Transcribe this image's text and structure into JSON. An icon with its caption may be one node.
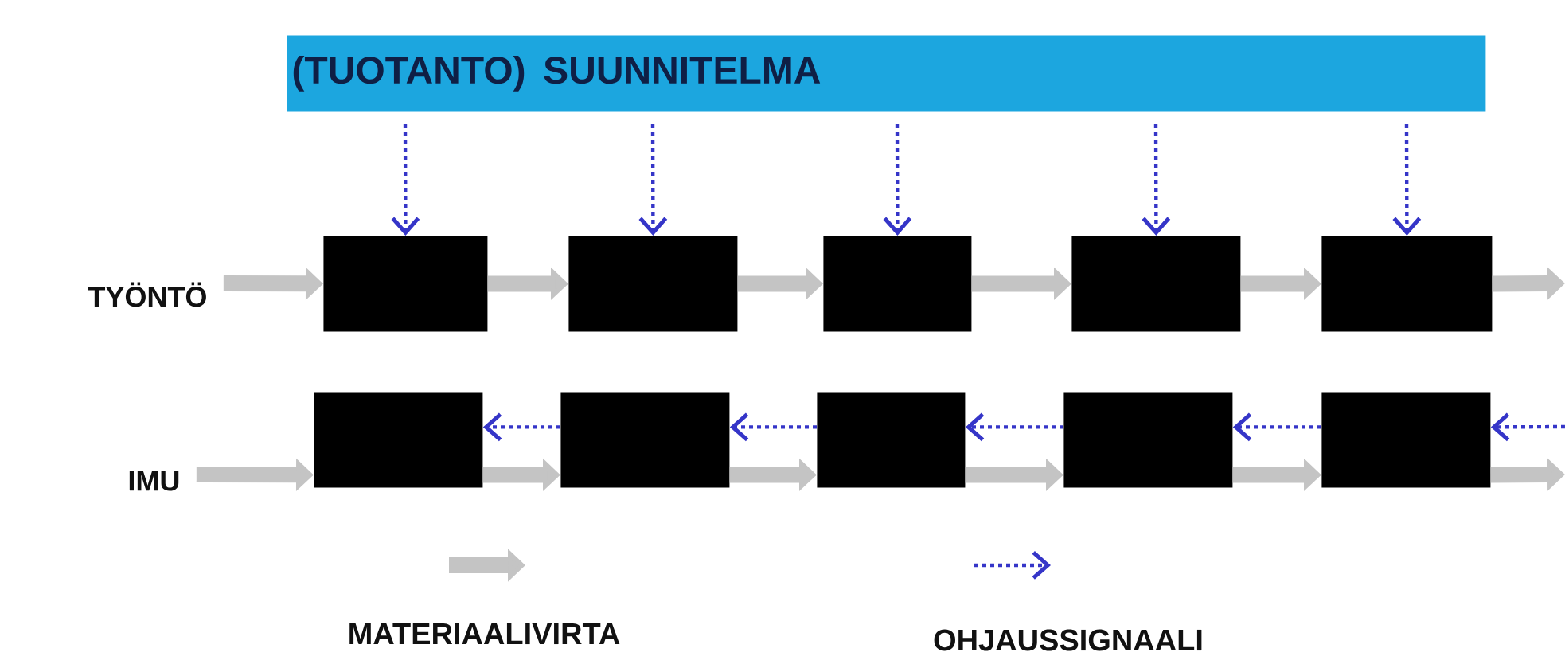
{
  "diagram": {
    "nodes": [
      {
        "text": [
          "(TUOTANTO) SUUNNITELMA"
        ]
      },
      {
        "text": [
          "TYÖNTÖ"
        ]
      },
      {
        "text": [],
        "shape": "box"
      },
      {
        "text": [],
        "shape": "box"
      },
      {
        "text": [],
        "shape": "box"
      },
      {
        "text": [],
        "shape": "box"
      },
      {
        "text": [],
        "shape": "box"
      },
      {
        "text": [
          "IMU"
        ]
      },
      {
        "text": [],
        "shape": "box"
      },
      {
        "text": [],
        "shape": "box"
      },
      {
        "text": [],
        "shape": "box"
      },
      {
        "text": [],
        "shape": "box"
      },
      {
        "text": [],
        "shape": "box"
      }
    ],
    "edges": [
      {
        "from": 0,
        "to": 2,
        "arrow": "to",
        "style": "dashed",
        "color": "#3535c8"
      },
      {
        "from": 0,
        "to": 3,
        "arrow": "to",
        "style": "dashed",
        "color": "#3535c8"
      },
      {
        "from": 0,
        "to": 4,
        "arrow": "to",
        "style": "dashed",
        "color": "#3535c8"
      },
      {
        "from": 0,
        "to": 5,
        "arrow": "to",
        "style": "dashed",
        "color": "#3535c8"
      },
      {
        "from": 0,
        "to": 6,
        "arrow": "to",
        "style": "dashed",
        "color": "#3535c8"
      },
      {
        "from": 1,
        "to": 2,
        "arrow": "to"
      },
      {
        "from": 2,
        "to": 3,
        "arrow": "to"
      },
      {
        "from": 3,
        "to": 4,
        "arrow": "to"
      },
      {
        "from": 4,
        "to": 5,
        "arrow": "to"
      },
      {
        "from": 5,
        "to": 6,
        "arrow": "to"
      },
      {
        "from": 6,
        "to": null,
        "arrow": "to"
      },
      {
        "from": 7,
        "to": 8,
        "arrow": "to"
      },
      {
        "from": 8,
        "to": 9,
        "arrow": "to"
      },
      {
        "from": 9,
        "to": 10,
        "arrow": "to"
      },
      {
        "from": 10,
        "to": 11,
        "arrow": "to"
      },
      {
        "from": 11,
        "to": 12,
        "arrow": "to"
      },
      {
        "from": 12,
        "to": null,
        "arrow": "to"
      },
      {
        "from": 9,
        "to": 8,
        "arrow": "to",
        "style": "dashed",
        "color": "#3535c8"
      },
      {
        "from": 10,
        "to": 9,
        "arrow": "to",
        "style": "dashed",
        "color": "#3535c8"
      },
      {
        "from": 11,
        "to": 10,
        "arrow": "to",
        "style": "dashed",
        "color": "#3535c8"
      },
      {
        "from": 12,
        "to": 11,
        "arrow": "to",
        "style": "dashed",
        "color": "#3535c8"
      },
      {
        "from": null,
        "to": 12,
        "arrow": "to",
        "style": "dashed",
        "color": "#3535c8"
      }
    ],
    "legend": [
      {
        "text": "MATERIAALIVIRTA"
      },
      {
        "text": "OHJAUSSIGNAALI"
      }
    ]
  }
}
